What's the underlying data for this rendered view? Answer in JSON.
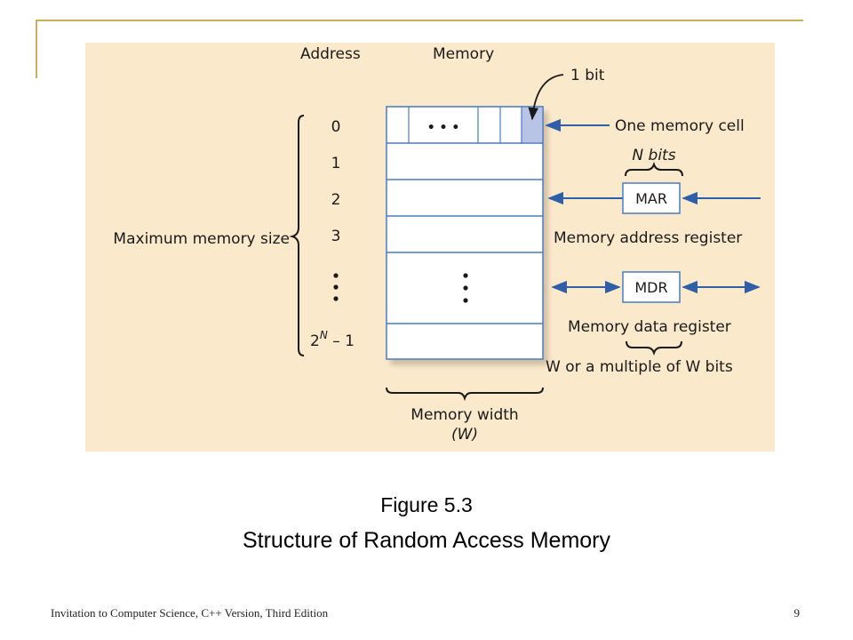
{
  "headers": {
    "address": "Address",
    "memory": "Memory"
  },
  "addresses": [
    "0",
    "1",
    "2",
    "3"
  ],
  "last_address": {
    "base": "2",
    "exponent": "N",
    "suffix": " – 1"
  },
  "labels": {
    "one_bit": "1 bit",
    "one_memory_cell": "One memory cell",
    "n_bits": "N bits",
    "max_memory_size": "Maximum memory size",
    "mar": "MAR",
    "mar_full": "Memory address register",
    "mdr": "MDR",
    "mdr_full": "Memory data register",
    "w_bits": "W or a multiple of W bits",
    "memory_width_1": "Memory width",
    "memory_width_2": "(W)",
    "cell_dots": "• • •"
  },
  "caption": {
    "number": "Figure 5.3",
    "title": "Structure of Random Access Memory"
  },
  "footer": {
    "book": "Invitation to Computer Science, C++ Version, Third Edition",
    "page": "9"
  },
  "colors": {
    "panel": "#fbe9cc",
    "memory_border": "#4a7bbf",
    "highlight_cell": "#b8c4e6",
    "arrow": "#2f5fa8",
    "accent_line": "#c8b15a"
  }
}
